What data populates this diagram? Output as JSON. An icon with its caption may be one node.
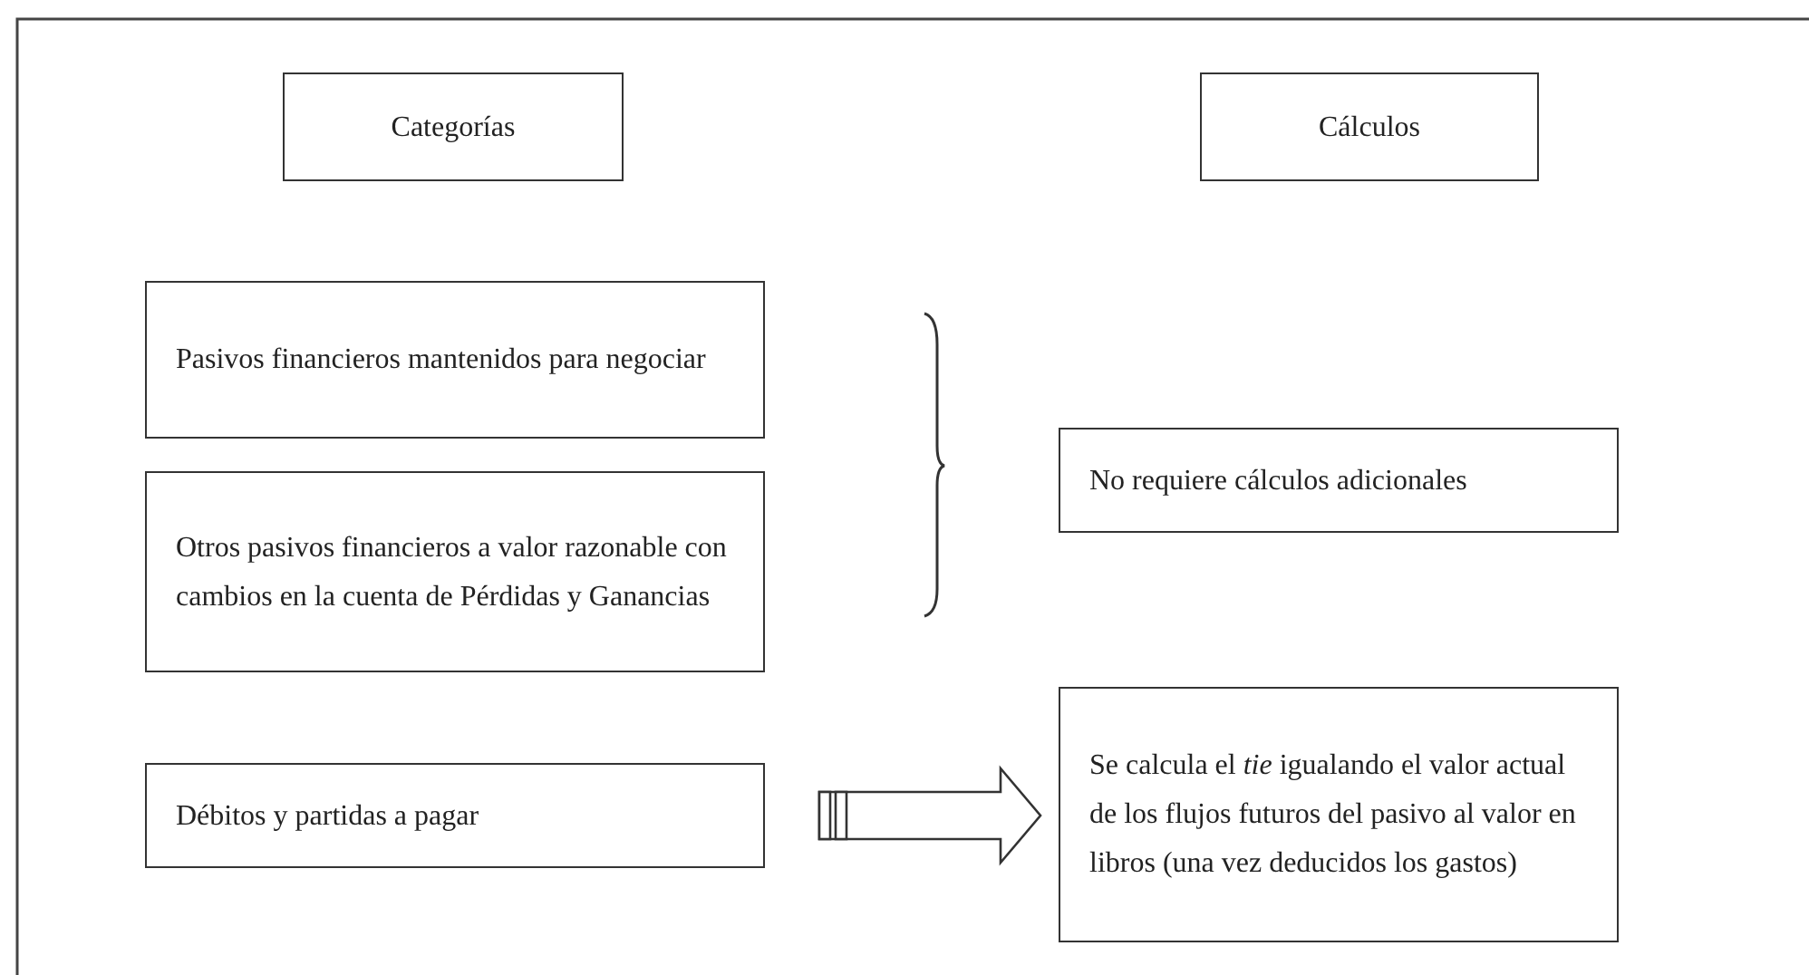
{
  "diagram": {
    "nodes": [
      {
        "text": [
          "Categorías"
        ]
      },
      {
        "text": [
          "Cálculos"
        ]
      },
      {
        "text": [
          "Pasivos financieros mantenidos para negociar"
        ]
      },
      {
        "text": [
          "Otros pasivos financieros a valor razonable con cambios en la cuenta de Pérdidas y Ganancias"
        ]
      },
      {
        "text": [
          "No requiere cálculos adicionales"
        ]
      },
      {
        "text": [
          "Débitos y partidas a pagar"
        ]
      },
      {
        "text": [
          "Se calcula el *tie* igualando el valor actual de los flujos futuros del pasivo al valor en libros (una vez deducidos los gastos)"
        ]
      }
    ],
    "edges": [
      {
        "from": 5,
        "to": 6,
        "arrow": "to"
      }
    ]
  }
}
